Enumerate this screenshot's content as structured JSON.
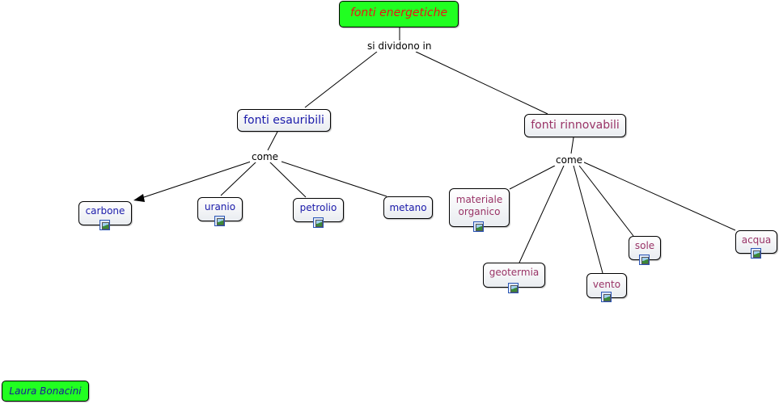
{
  "root": {
    "label": "fonti energetiche"
  },
  "root_link": "si dividono in",
  "esauribili": {
    "label": "fonti esauribili",
    "link": "come",
    "items": [
      "carbone",
      "uranio",
      "petrolio",
      "metano"
    ]
  },
  "rinnovabili": {
    "label": "fonti rinnovabili",
    "link": "come",
    "items": [
      "materiale\norganico",
      "geotermia",
      "vento",
      "sole",
      "acqua"
    ]
  },
  "author": "Laura Bonacini",
  "icons": {
    "image_attachment": "image-resource-icon"
  },
  "colors": {
    "root_bg": "#21ff21",
    "root_text": "#e81515",
    "esauribili_text": "#1a1aaa",
    "rinnovabili_text": "#993366"
  }
}
